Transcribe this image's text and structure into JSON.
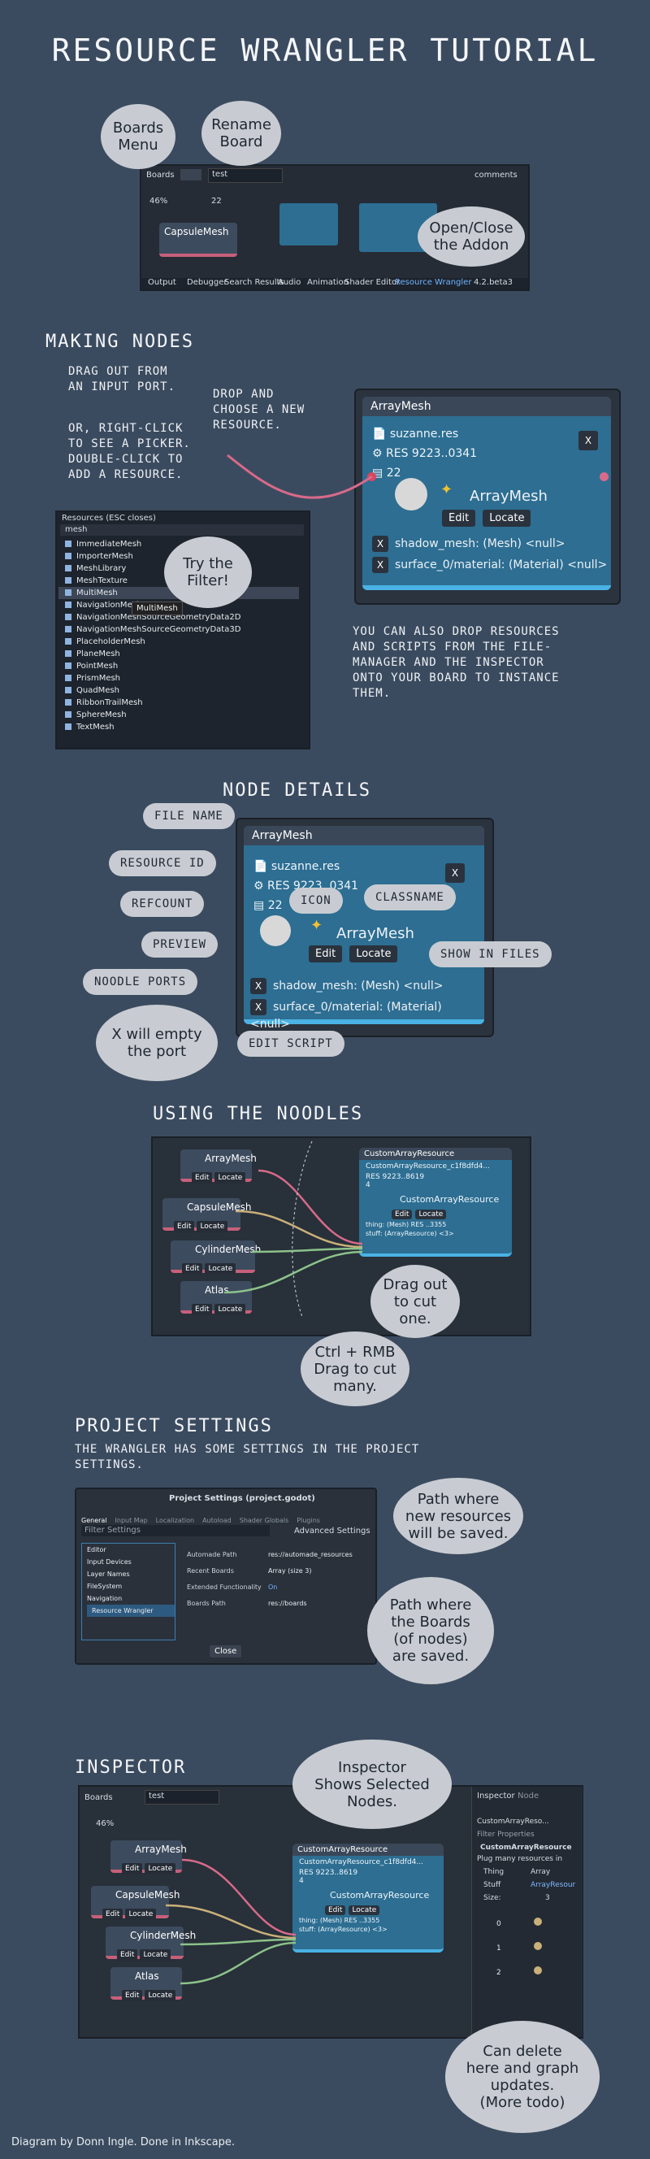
{
  "title": "Resource Wrangler Tutorial",
  "sections": {
    "making_nodes": "Making Nodes",
    "node_details": "Node Details",
    "using_noodles": "Using the Noodles",
    "project_settings": "Project Settings",
    "inspector": "Inspector"
  },
  "intro": {
    "bubble_boards_menu": "Boards\nMenu",
    "bubble_rename_board": "Rename\nBoard",
    "bubble_open_close": "Open/Close\nthe Addon",
    "boards_label": "Boards",
    "board_name": "test",
    "comments_label": "comments",
    "zoom": "46%",
    "grid": "22",
    "bottom_tabs": [
      "Output",
      "Debugger",
      "Search Results",
      "Audio",
      "Animation",
      "Shader Editor",
      "Resource Wrangler"
    ],
    "version": "4.2.beta3",
    "node_capsule": "CapsuleMesh"
  },
  "making_nodes": {
    "note_drag": "Drag out from\nan input port.",
    "note_right_click": "Or, right-click\nto see a picker.\nDouble-click to\nadd a resource.",
    "note_drop": "Drop and\nchoose a new\nresource.",
    "bubble_filter": "Try the\nFilter!",
    "picker_title": "Resources (ESC closes)",
    "picker_filter": "mesh",
    "picker_items": [
      "ImmediateMesh",
      "ImporterMesh",
      "MeshLibrary",
      "MeshTexture",
      "MultiMesh",
      "NavigationMesh",
      "NavigationMeshSourceGeometryData2D",
      "NavigationMeshSourceGeometryData3D",
      "PlaceholderMesh",
      "PlaneMesh",
      "PointMesh",
      "PrismMesh",
      "QuadMesh",
      "RibbonTrailMesh",
      "SphereMesh",
      "TextMesh"
    ],
    "picker_tooltip": "MultiMesh",
    "note_instance": "You can also drop resources\nand scripts from the file-\nmanager and the inspector\nonto your board to instance\nthem."
  },
  "array_node": {
    "title": "ArrayMesh",
    "file": "suzanne.res",
    "res_id": "RES 9223..0341",
    "refcount": "22",
    "classname": "ArrayMesh",
    "edit": "Edit",
    "locate": "Locate",
    "port1": "shadow_mesh: (Mesh) <null>",
    "port2": "surface_0/material: (Material) <null>",
    "close": "X"
  },
  "node_details": {
    "file_name": "File name",
    "resource_id": "Resource ID",
    "refcount": "Refcount",
    "icon": "Icon",
    "classname": "Classname",
    "preview": "Preview",
    "show_in_files": "Show in files",
    "noodle_ports": "Noodle ports",
    "edit_script": "Edit script",
    "x_empty": "X will empty\nthe port"
  },
  "noodles": {
    "nodes": [
      "ArrayMesh",
      "CapsuleMesh",
      "CylinderMesh",
      "Atlas"
    ],
    "edit": "Edit",
    "locate": "Locate",
    "custom_title": "CustomArrayResource",
    "custom_path": "CustomArrayResource_c1f8dfd4...",
    "custom_id": "RES 9223..8619",
    "custom_count": "4",
    "custom_name": "CustomArrayResource",
    "thing": "thing: (Mesh) RES ..3355",
    "stuff": "stuff: (ArrayResource) <3>",
    "bubble_drag_out": "Drag out\nto cut\none.",
    "bubble_ctrl": "Ctrl + RMB\nDrag to cut\nmany."
  },
  "settings": {
    "note": "The Wrangler has some settings in the project\nsettings.",
    "dialog_title": "Project Settings (project.godot)",
    "tabs": [
      "General",
      "Input Map",
      "Localization",
      "Autoload",
      "Shader Globals",
      "Plugins"
    ],
    "filter": "Filter Settings",
    "advanced": "Advanced Settings",
    "tree": [
      "Editor",
      "Input Devices",
      "Layer Names",
      "FileSystem",
      "Navigation",
      "Resource Wrangler"
    ],
    "rows": [
      {
        "label": "Automade Path",
        "value": "res://automade_resources"
      },
      {
        "label": "Recent Boards",
        "value": "Array (size 3)"
      },
      {
        "label": "Extended Functionality",
        "value": "On"
      },
      {
        "label": "Boards Path",
        "value": "res://boards"
      }
    ],
    "close": "Close",
    "bubble_path_new": "Path where\nnew resources\nwill be saved.",
    "bubble_path_boards": "Path where\nthe Boards\n(of nodes)\nare saved."
  },
  "inspector": {
    "bubble_shows": "Inspector\nShows Selected\nNodes.",
    "bubble_delete": "Can delete\nhere and graph\nupdates.\n(More todo)",
    "tab_inspector": "Inspector",
    "tab_node": "Node",
    "resource_selector": "CustomArrayReso...",
    "filter": "Filter Properties",
    "header": "CustomArrayResource",
    "section": "Plug many resources in",
    "thing_label": "Thing",
    "thing_value": "Array",
    "stuff_label": "Stuff",
    "stuff_value": "ArrayResour",
    "size_label": "Size:",
    "size_value": "3",
    "indices": [
      "0",
      "1",
      "2"
    ]
  },
  "footer": "Diagram by Donn Ingle. Done in Inkscape.",
  "colors": {
    "background": "#3b4b5f",
    "bubble": "#c8ccd2",
    "node_blue": "#2d6e92",
    "node_accent": "#4ab2e4",
    "noodle_pink": "#d86a8a",
    "noodle_green": "#8cc28a",
    "noodle_tan": "#c9b07a"
  }
}
